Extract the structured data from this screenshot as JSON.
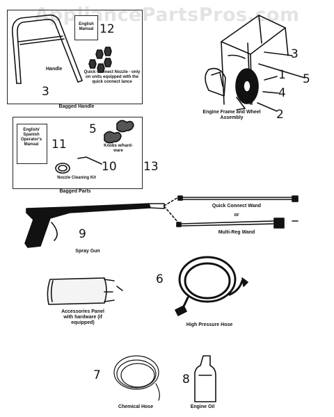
{
  "watermark": "AppliancePartsPros.com",
  "bagged_handle": {
    "caption": "Bagged Handle",
    "handle_label": "Handle",
    "manual_label": "English Manual",
    "nozzle_label": "Quick Connect Nozzle - only on units equipped with the quick connect lance",
    "num_manual": "12",
    "num_handle": "3"
  },
  "engine_frame": {
    "caption": "Engine Frame and Wheel Assembly",
    "num_1": "1",
    "num_2": "2",
    "num_3": "3",
    "num_4": "4",
    "num_5": "5"
  },
  "bagged_parts": {
    "caption": "Bagged Parts",
    "manual_label": "English/ Spanish Operator's Manual",
    "knobs_label": "Knobs w/hard- ware",
    "nozzle_kit_label": "Nozzle Cleaning Kit",
    "num_manual": "11",
    "num_knobs": "5",
    "num_kit": "10",
    "num_group": "13"
  },
  "spray_gun": {
    "caption": "Spray Gun",
    "num": "9",
    "wand_qc": "Quick Connect Wand",
    "or": "or",
    "wand_multi": "Multi-Reg Wand"
  },
  "accessories": {
    "caption": "Accessories Panel with hardware (if equipped)"
  },
  "hose": {
    "caption": "High Pressure Hose",
    "num": "6"
  },
  "chemical_hose": {
    "caption": "Chemical Hose",
    "num": "7"
  },
  "engine_oil": {
    "caption": "Engine Oil",
    "num": "8"
  }
}
